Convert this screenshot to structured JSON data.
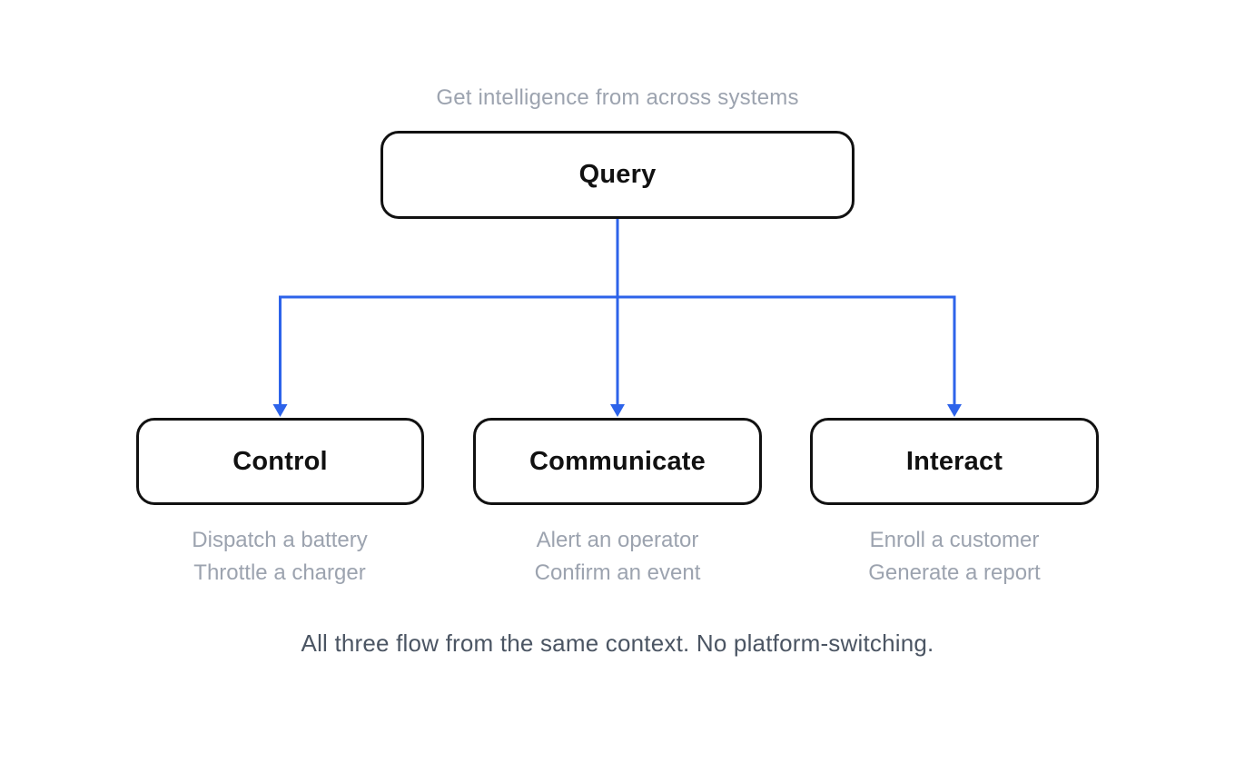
{
  "diagram": {
    "top_caption": "Get intelligence from across systems",
    "root": {
      "label": "Query"
    },
    "children": [
      {
        "label": "Control",
        "examples": [
          "Dispatch a battery",
          "Throttle a charger"
        ]
      },
      {
        "label": "Communicate",
        "examples": [
          "Alert an operator",
          "Confirm an event"
        ]
      },
      {
        "label": "Interact",
        "examples": [
          "Enroll a customer",
          "Generate a report"
        ]
      }
    ],
    "bottom_caption": "All three flow from the same context. No platform-switching.",
    "colors": {
      "connector_blue": "#2d63ea",
      "node_border": "#111111",
      "node_text": "#111111",
      "muted_text": "#9ca3af",
      "caption_text": "#4b5563",
      "background": "#ffffff"
    }
  }
}
